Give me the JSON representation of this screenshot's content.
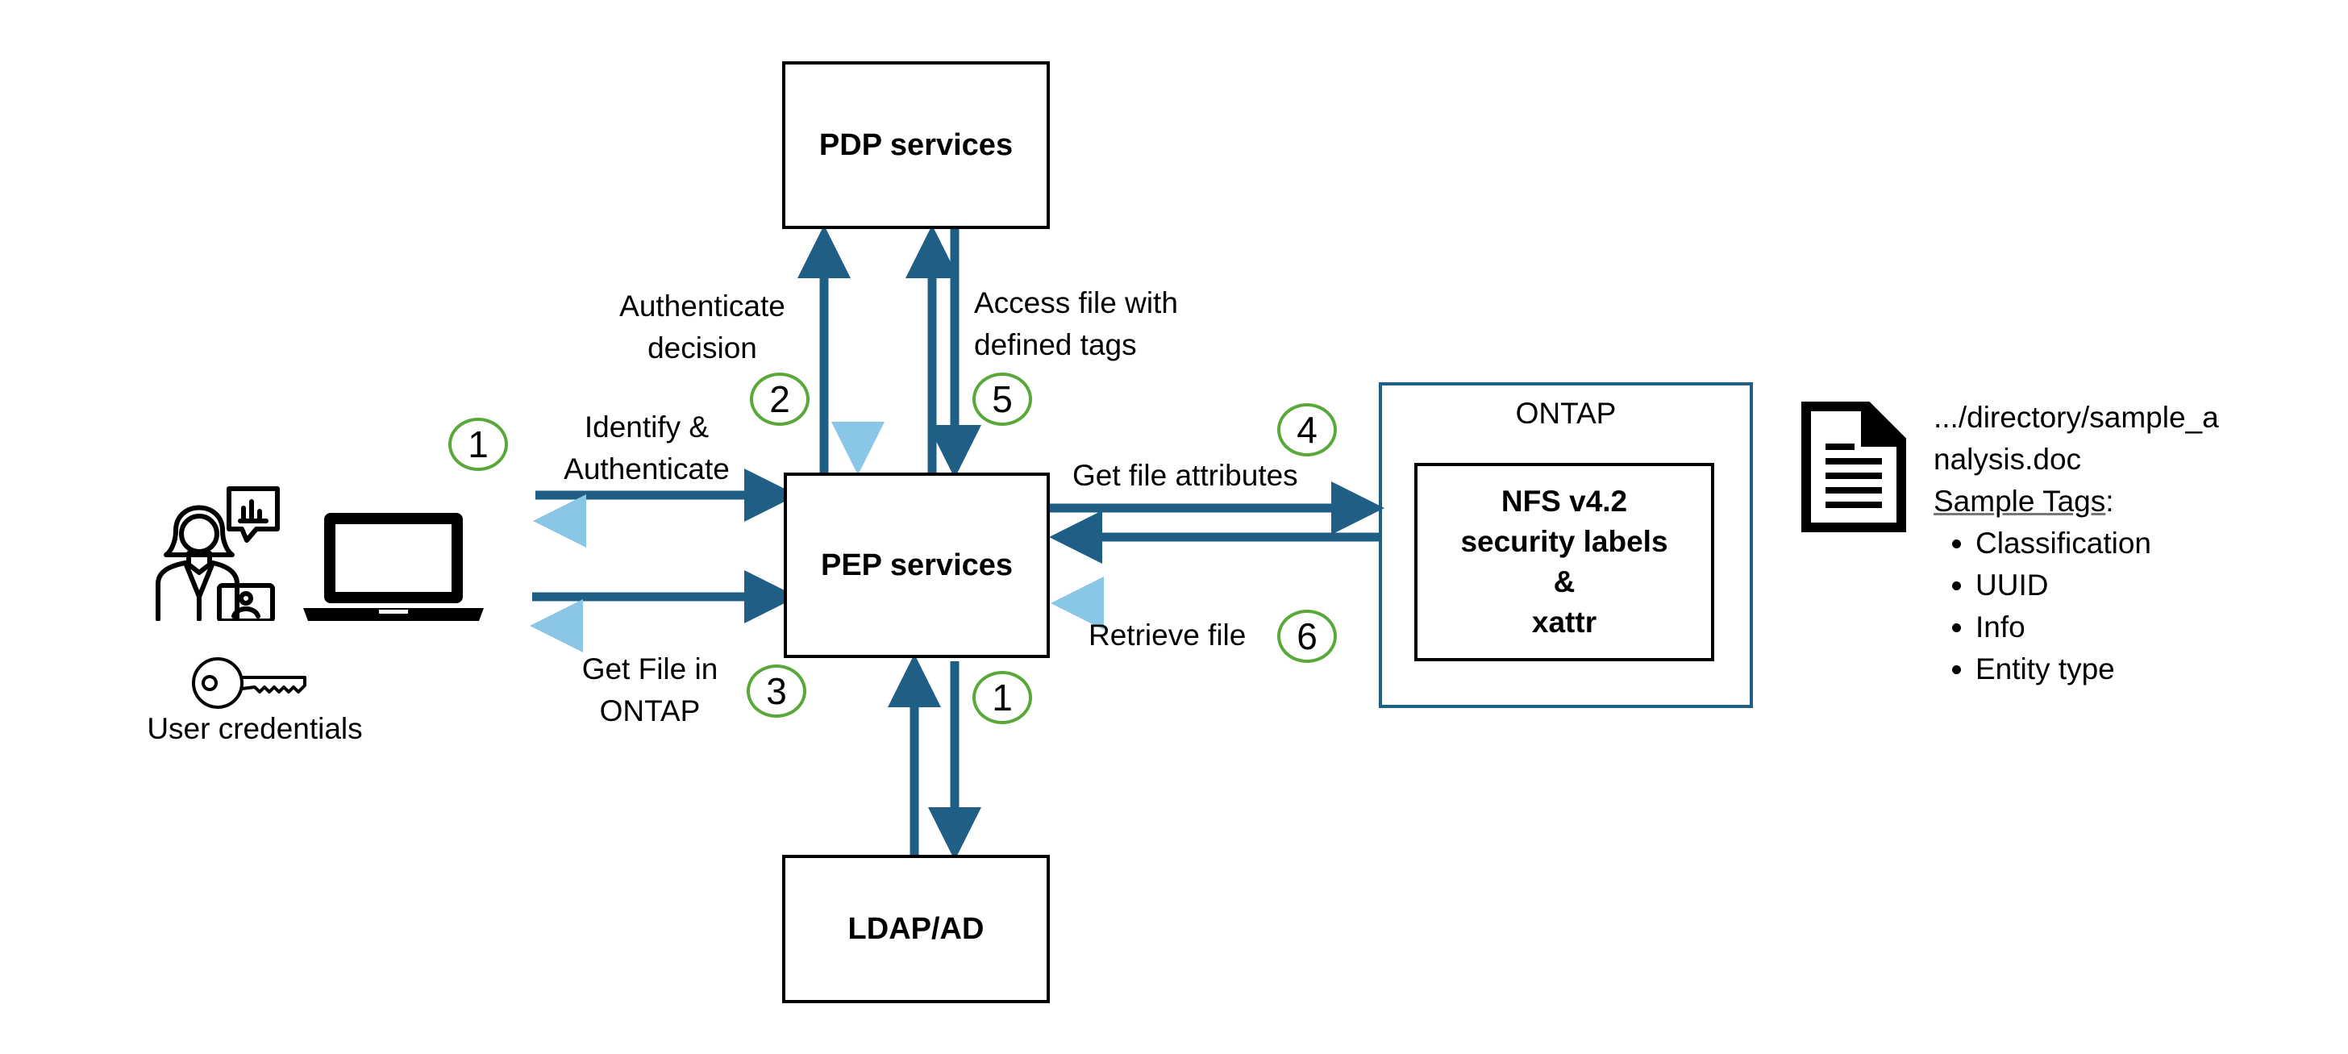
{
  "boxes": {
    "pdp": "PDP services",
    "pep": "PEP services",
    "ldap": "LDAP/AD",
    "ontap_title": "ONTAP",
    "nfs_line1": "NFS v4.2",
    "nfs_line2": "security labels",
    "nfs_line3": "&",
    "nfs_line4": "xattr"
  },
  "labels": {
    "authenticate_decision_1": "Authenticate",
    "authenticate_decision_2": "decision",
    "access_file_1": "Access file with",
    "access_file_2": "defined tags",
    "identify_1": "Identify &",
    "identify_2": "Authenticate",
    "get_file_1": "Get File in",
    "get_file_2": "ONTAP",
    "get_file_attributes": "Get file attributes",
    "retrieve_file": "Retrieve file",
    "user_credentials": "User credentials"
  },
  "steps": {
    "user_step": "1",
    "authenticate_step": "2",
    "get_file_step": "3",
    "attributes_step": "4",
    "access_step": "5",
    "retrieve_step": "6",
    "ldap_step": "1"
  },
  "file_info": {
    "path_line1": ".../directory/sample_a",
    "path_line2": "nalysis.doc",
    "tags_heading": "Sample Tags",
    "tags_colon": ":",
    "tags": [
      "Classification",
      "UUID",
      "Info",
      "Entity type"
    ]
  },
  "colors": {
    "dark_arrow": "#1f5f85",
    "light_arrow": "#8ac6e6",
    "badge_border": "#5aa83a",
    "ontap_border": "#1f5f85"
  },
  "icons": {
    "user": "businesswoman-icon",
    "laptop": "laptop-icon",
    "key": "key-icon",
    "document": "document-icon"
  }
}
